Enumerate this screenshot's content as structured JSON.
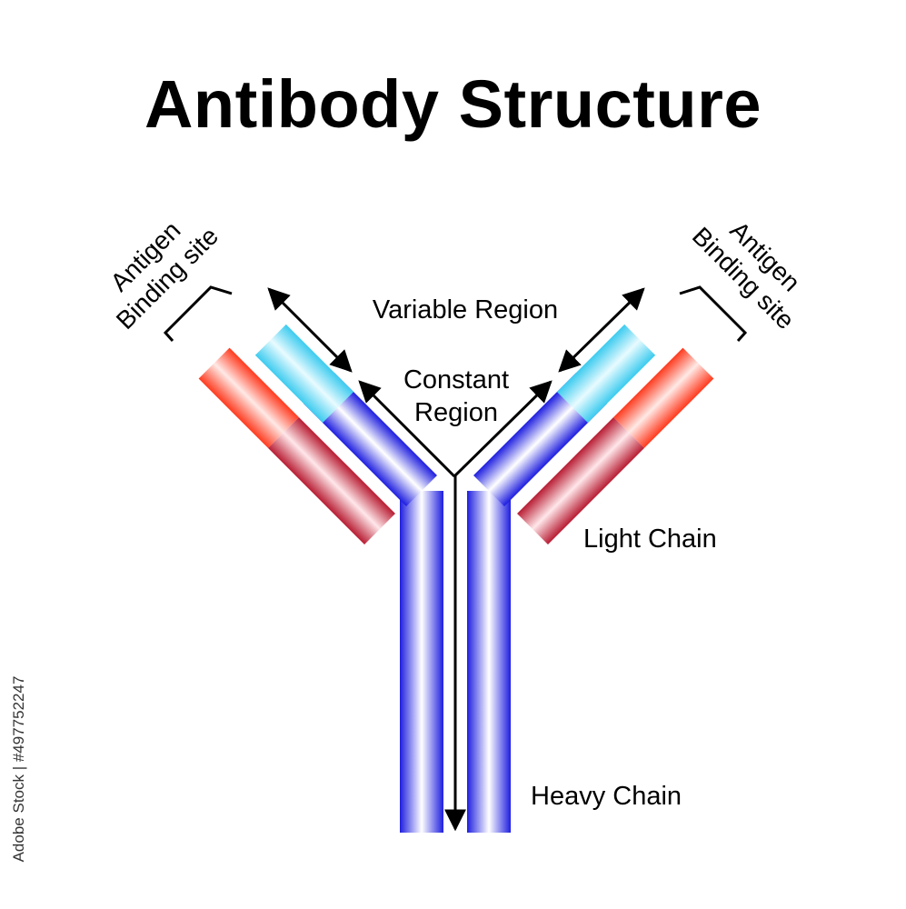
{
  "title": "Antibody Structure",
  "labels": {
    "variable_region": "Variable Region",
    "constant_region_line1": "Constant",
    "constant_region_line2": "Region",
    "light_chain": "Light Chain",
    "heavy_chain": "Heavy Chain",
    "antigen_binding_left_line1": "Antigen",
    "antigen_binding_left_line2": "Binding site",
    "antigen_binding_right_line1": "Antigen",
    "antigen_binding_right_line2": "Binding site"
  },
  "watermark": "Adobe Stock | #497752247",
  "colors": {
    "heavy_chain": "#2f2fe8",
    "variable_region": "#4fd2ef",
    "light_chain_variable": "#ff4a2a",
    "light_chain_constant": "#c8273a"
  }
}
